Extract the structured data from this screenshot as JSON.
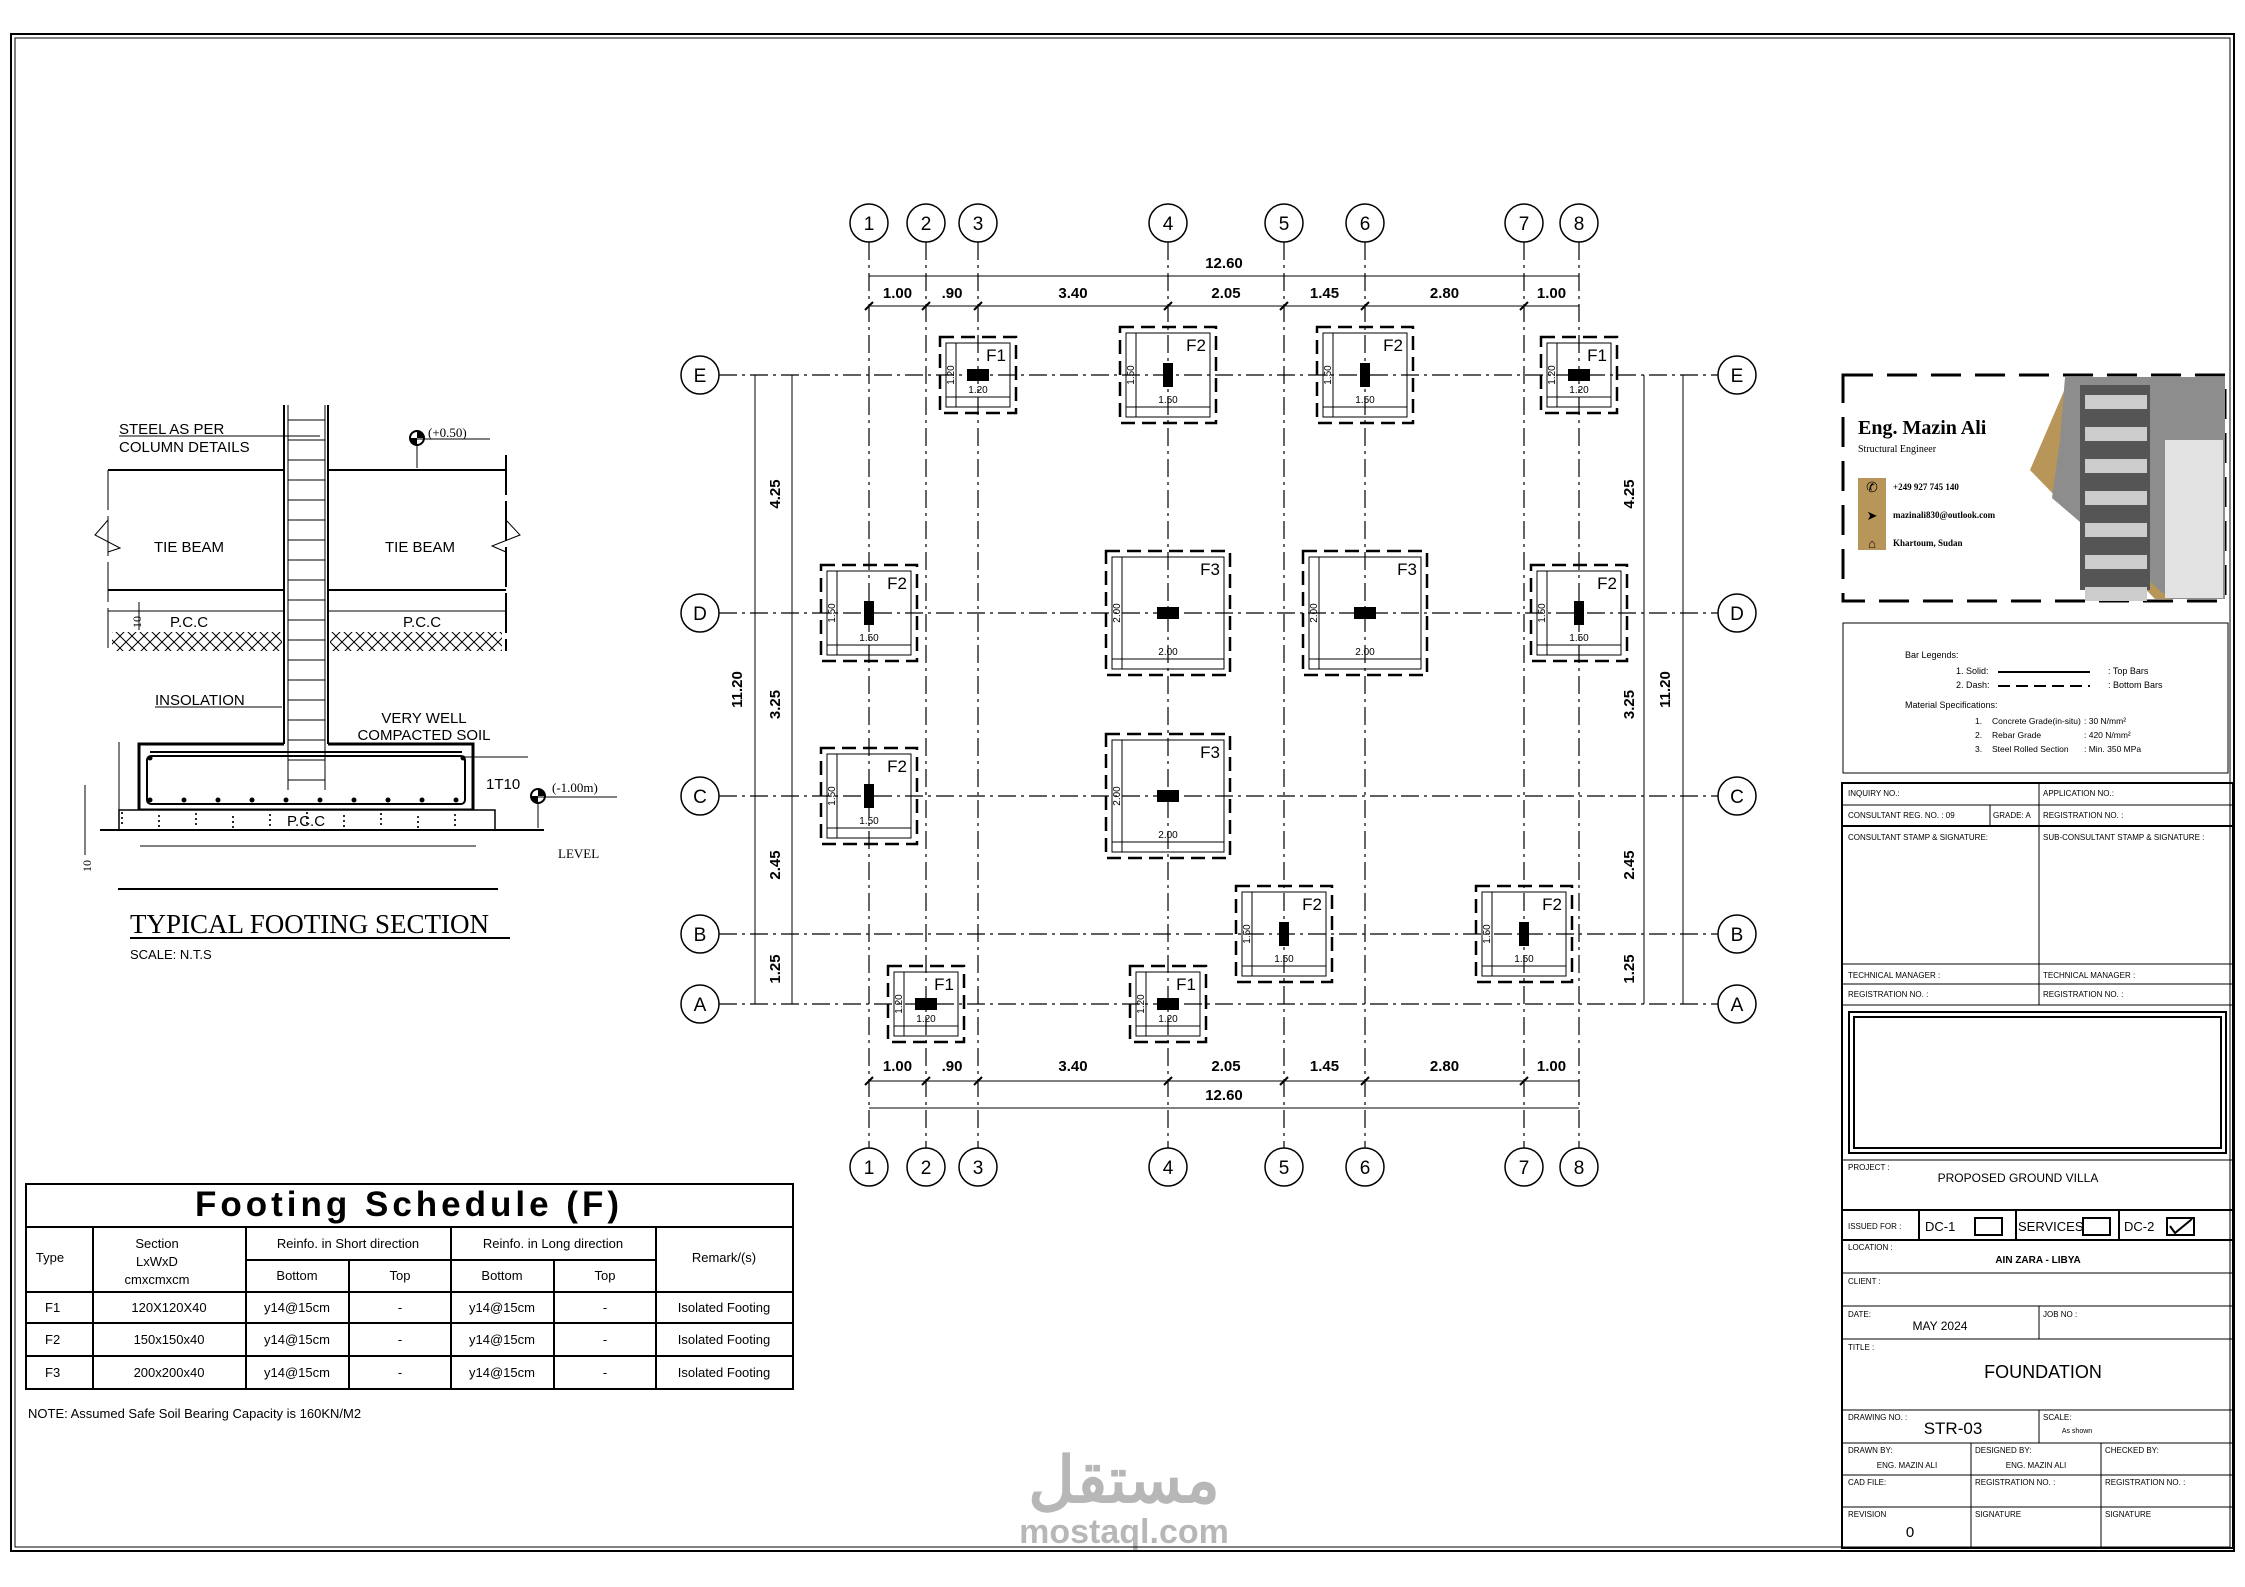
{
  "plan": {
    "columns": [
      "1",
      "2",
      "3",
      "4",
      "5",
      "6",
      "7",
      "8"
    ],
    "rows": [
      "E",
      "D",
      "C",
      "B",
      "A"
    ],
    "total_width": "12.60",
    "column_spacings": [
      "1.00",
      ".90",
      "3.40",
      "2.05",
      "1.45",
      "2.80",
      "1.00"
    ],
    "total_height": "11.20",
    "row_spacings": [
      "4.25",
      "3.25",
      "2.45",
      "1.25"
    ],
    "footings": [
      {
        "type": "F1",
        "col": "3",
        "row": "E",
        "size": "1.20"
      },
      {
        "type": "F2",
        "col": "4",
        "row": "E",
        "size": "1.50"
      },
      {
        "type": "F2",
        "col": "6",
        "row": "E",
        "size": "1.50"
      },
      {
        "type": "F1",
        "col": "8",
        "row": "E",
        "size": "1.20"
      },
      {
        "type": "F2",
        "col": "1",
        "row": "D",
        "size": "1.50"
      },
      {
        "type": "F3",
        "col": "4",
        "row": "D",
        "size": "2.00"
      },
      {
        "type": "F3",
        "col": "6",
        "row": "D",
        "size": "2.00"
      },
      {
        "type": "F2",
        "col": "8",
        "row": "D",
        "size": "1.50"
      },
      {
        "type": "F2",
        "col": "1",
        "row": "C",
        "size": "1.50"
      },
      {
        "type": "F3",
        "col": "4",
        "row": "C",
        "size": "2.00"
      },
      {
        "type": "F2",
        "col": "5",
        "row": "B",
        "size": "1.50"
      },
      {
        "type": "F2",
        "col": "7",
        "row": "B",
        "size": "1.50"
      },
      {
        "type": "F1",
        "col": "2",
        "row": "A",
        "size": "1.20"
      },
      {
        "type": "F1",
        "col": "4",
        "row": "A",
        "size": "1.20"
      }
    ]
  },
  "section": {
    "steel_note_1": "STEEL  AS  PER",
    "steel_note_2": "COLUMN  DETAILS",
    "tie_beam_left": "TIE  BEAM",
    "tie_beam_right": "TIE  BEAM",
    "pcc_left": "P.C.C",
    "pcc_right": "P.C.C",
    "pcc_bottom": "P.C.C",
    "insolation": "INSOLATION",
    "soil_1": "VERY  WELL",
    "soil_2": "COMPACTED  SOIL",
    "rebar": "1T10",
    "top_level": "(+0.50)",
    "bottom_level": "(-1.00m)",
    "level_label": "LEVEL",
    "pcc_thickness": "10",
    "title": "TYPICAL FOOTING SECTION",
    "scale": "SCALE:  N.T.S"
  },
  "schedule": {
    "title": "Footing Schedule (F)",
    "headers": {
      "type": "Type",
      "section_1": "Section",
      "section_2": "LxWxD",
      "section_3": "cmxcmxcm",
      "short": "Reinfo. in Short direction",
      "long": "Reinfo. in Long direction",
      "bottom": "Bottom",
      "top": "Top",
      "remarks": "Remark/(s)"
    },
    "rows": [
      [
        "F1",
        "120X120X40",
        "y14@15cm",
        "-",
        "y14@15cm",
        "-",
        "Isolated Footing"
      ],
      [
        "F2",
        "150x150x40",
        "y14@15cm",
        "-",
        "y14@15cm",
        "-",
        "Isolated Footing"
      ],
      [
        "F3",
        "200x200x40",
        "y14@15cm",
        "-",
        "y14@15cm",
        "-",
        "Isolated Footing"
      ]
    ],
    "note": "NOTE: Assumed Safe Soil Bearing Capacity is 160KN/M2"
  },
  "card": {
    "name": "Eng. Mazin Ali",
    "role": "Structural Engineer",
    "phone": "+249 927 745 140",
    "email": "mazinali830@outlook.com",
    "address": "Khartoum, Sudan",
    "accent": "#b8965a"
  },
  "legend": {
    "bar_title": "Bar Legends:",
    "solid": "1.  Solid:",
    "solid_desc": ": Top Bars",
    "dash": "2.  Dash:",
    "dash_desc": ": Bottom Bars",
    "material_title": "Material Specifications:",
    "materials": [
      [
        "1.",
        "Concrete Grade(in-situ)",
        "30 N/mm²"
      ],
      [
        "2.",
        "Rebar Grade",
        "420 N/mm²"
      ],
      [
        "3.",
        "Steel Rolled Section",
        "Min. 350 MPa"
      ]
    ]
  },
  "title_block": {
    "inquiry": "INQUIRY NO.:",
    "application": "APPLICATION NO.:",
    "consultant_reg": "CONSULTANT REG. NO. :  09",
    "grade": "GRADE: A",
    "registration": "REGISTRATION NO. :",
    "consultant_stamp": "CONSULTANT STAMP & SIGNATURE:",
    "sub_consultant_stamp": "SUB-CONSULTANT STAMP & SIGNATURE :",
    "tech_manager_1": "TECHNICAL MANAGER :",
    "tech_manager_2": "TECHNICAL MANAGER :",
    "reg_1": "REGISTRATION NO. :",
    "reg_2": "REGISTRATION NO. :",
    "project_label": "PROJECT :",
    "project": "PROPOSED GROUND VILLA",
    "issued_label": "ISSUED FOR :",
    "issued_options": [
      {
        "label": "DC-1",
        "checked": false
      },
      {
        "label": "SERVICES",
        "checked": false
      },
      {
        "label": "DC-2",
        "checked": true
      }
    ],
    "location_label": "LOCATION :",
    "location": "AIN ZARA - LIBYA",
    "client_label": "CLIENT :",
    "date_label": "DATE:",
    "date": "MAY 2024",
    "job_label": "JOB NO :",
    "title_label": "TITLE :",
    "title": "FOUNDATION",
    "drawing_label": "DRAWING NO. :",
    "drawing_no": "STR-03",
    "scale_label": "SCALE:",
    "scale": "As shown",
    "drawn_label": "DRAWN BY:",
    "drawn_by": "ENG. MAZIN ALI",
    "designed_label": "DESIGNED BY:",
    "designed_by": "ENG. MAZIN ALI",
    "checked_label": "CHECKED BY:",
    "cad_label": "CAD FILE:",
    "reg_3": "REGISTRATION NO. :",
    "reg_4": "REGISTRATION NO. :",
    "revision_label": "REVISION",
    "revision": "0",
    "signature_1": "SIGNATURE",
    "signature_2": "SIGNATURE"
  },
  "watermark": {
    "arabic": "مستقل",
    "latin": "mostaql.com"
  }
}
